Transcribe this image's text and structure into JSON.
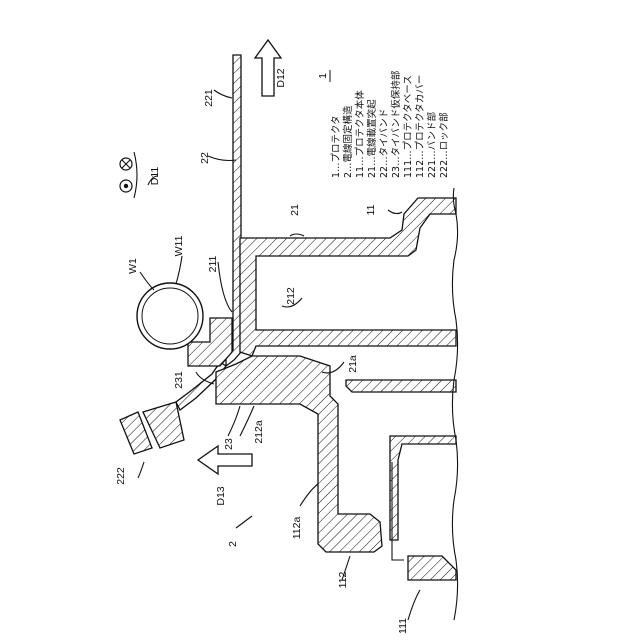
{
  "figure_number": "1",
  "labels": {
    "l221": "221",
    "l22": "22",
    "l21": "21",
    "l11": "11",
    "lD11": "D11",
    "lD12": "D12",
    "lD13": "D13",
    "lW1": "W1",
    "lW11": "W11",
    "l211": "211",
    "l212": "212",
    "l21a": "21a",
    "l231": "231",
    "l23": "23",
    "l212a": "212a",
    "l112a": "112a",
    "l112": "112",
    "l111": "111",
    "l2": "2",
    "l222": "222"
  },
  "legend": [
    "1…プロテクタ",
    "2…電線固定構造",
    "11…プロテクタ本体",
    "21…電線載置突起",
    "22…タイバンド",
    "23…タイバンド仮保持部",
    "111…プロテクタベース",
    "112…プロテクタカバー",
    "221…バンド部",
    "222…ロック部"
  ]
}
